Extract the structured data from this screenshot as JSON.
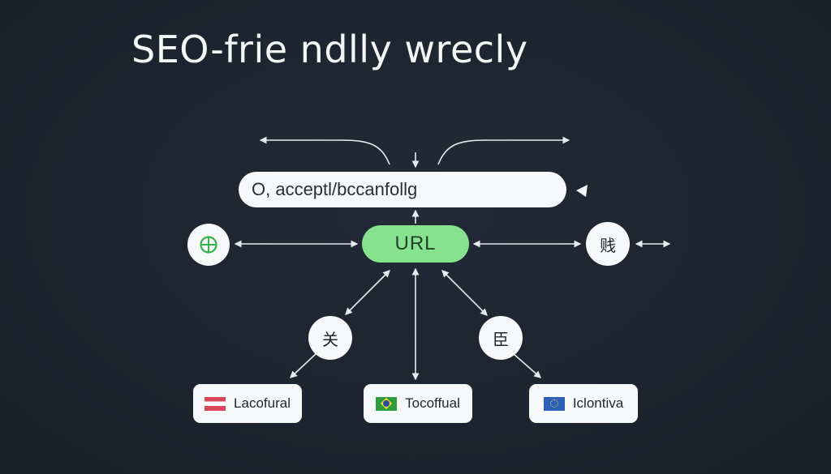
{
  "title": "SEO-frie ndlly wrecly",
  "address_bar": {
    "text": "O, acceptl/bccanfollg"
  },
  "center_node": {
    "label": "URL"
  },
  "nodes": {
    "globe_glyph": "⊕",
    "right_glyph": "贱",
    "left_glyph": "关",
    "mid_glyph": "臣"
  },
  "languages": [
    {
      "label": "Lacofural",
      "flag": "red-white-red-stripes"
    },
    {
      "label": "Tocoffual",
      "flag": "brazil"
    },
    {
      "label": "Iclontiva",
      "flag": "european-union"
    }
  ],
  "colors": {
    "background": "#1f2632",
    "accent_green": "#86e28f",
    "globe_green": "#35b24a",
    "node_fill": "#f7f8f9",
    "wire": "#e8ebee"
  }
}
